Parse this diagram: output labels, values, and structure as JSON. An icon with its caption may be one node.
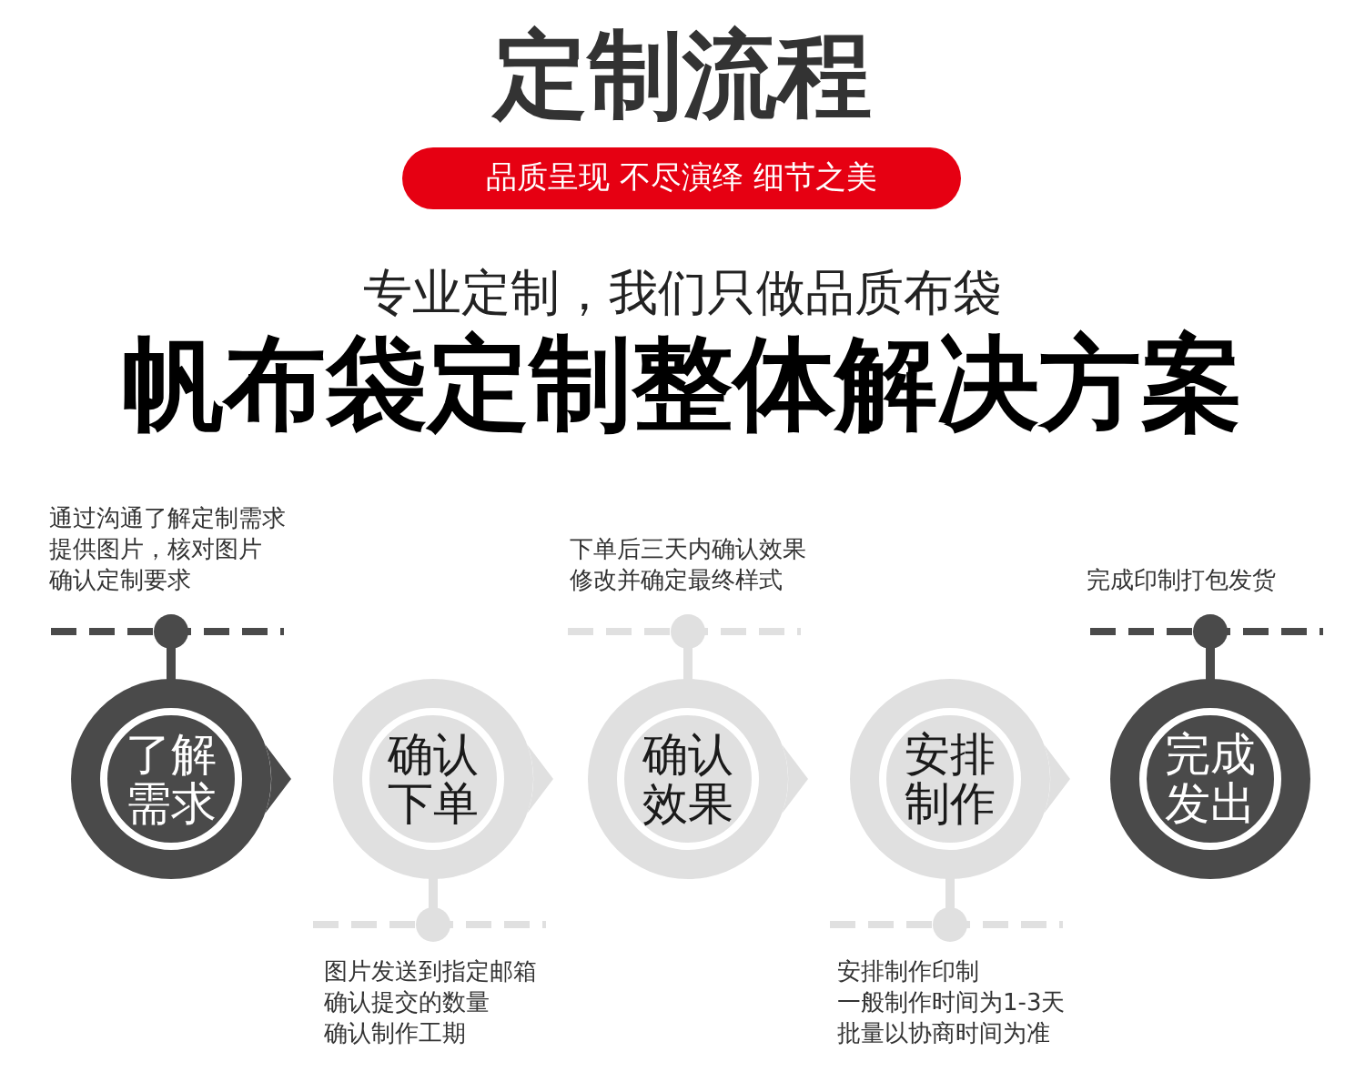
{
  "diagram": {
    "title": "定制流程",
    "nodes": [
      {
        "text": [
          "品质呈现 不尽演绎 细节之美"
        ]
      },
      {
        "text": [
          "了解需求"
        ],
        "beside": [
          "通过沟通了解定制需求",
          "提供图片，核对图片",
          "确认定制要求"
        ]
      },
      {
        "text": [
          "确认下单"
        ],
        "beside": [
          "图片发送到指定邮箱",
          "确认提交的数量",
          "确认制作工期"
        ]
      },
      {
        "text": [
          "确认效果"
        ],
        "beside": [
          "下单后三天内确认效果",
          "修改并确定最终样式"
        ]
      },
      {
        "text": [
          "安排制作"
        ],
        "beside": [
          "安排制作印制",
          "一般制作时间为1-3天",
          "批量以协商时间为准"
        ]
      },
      {
        "text": [
          "完成发出"
        ],
        "beside": [
          "完成印制打包发货"
        ]
      }
    ],
    "edges": [
      {
        "from": 1,
        "to": 2,
        "arrow": "to"
      },
      {
        "from": 2,
        "to": 3,
        "arrow": "to"
      },
      {
        "from": 3,
        "to": 4,
        "arrow": "to"
      },
      {
        "from": 4,
        "to": 5,
        "arrow": "to"
      }
    ],
    "labels": [
      "专业定制，我们只做品质布袋",
      "帆布袋定制整体解决方案"
    ]
  }
}
